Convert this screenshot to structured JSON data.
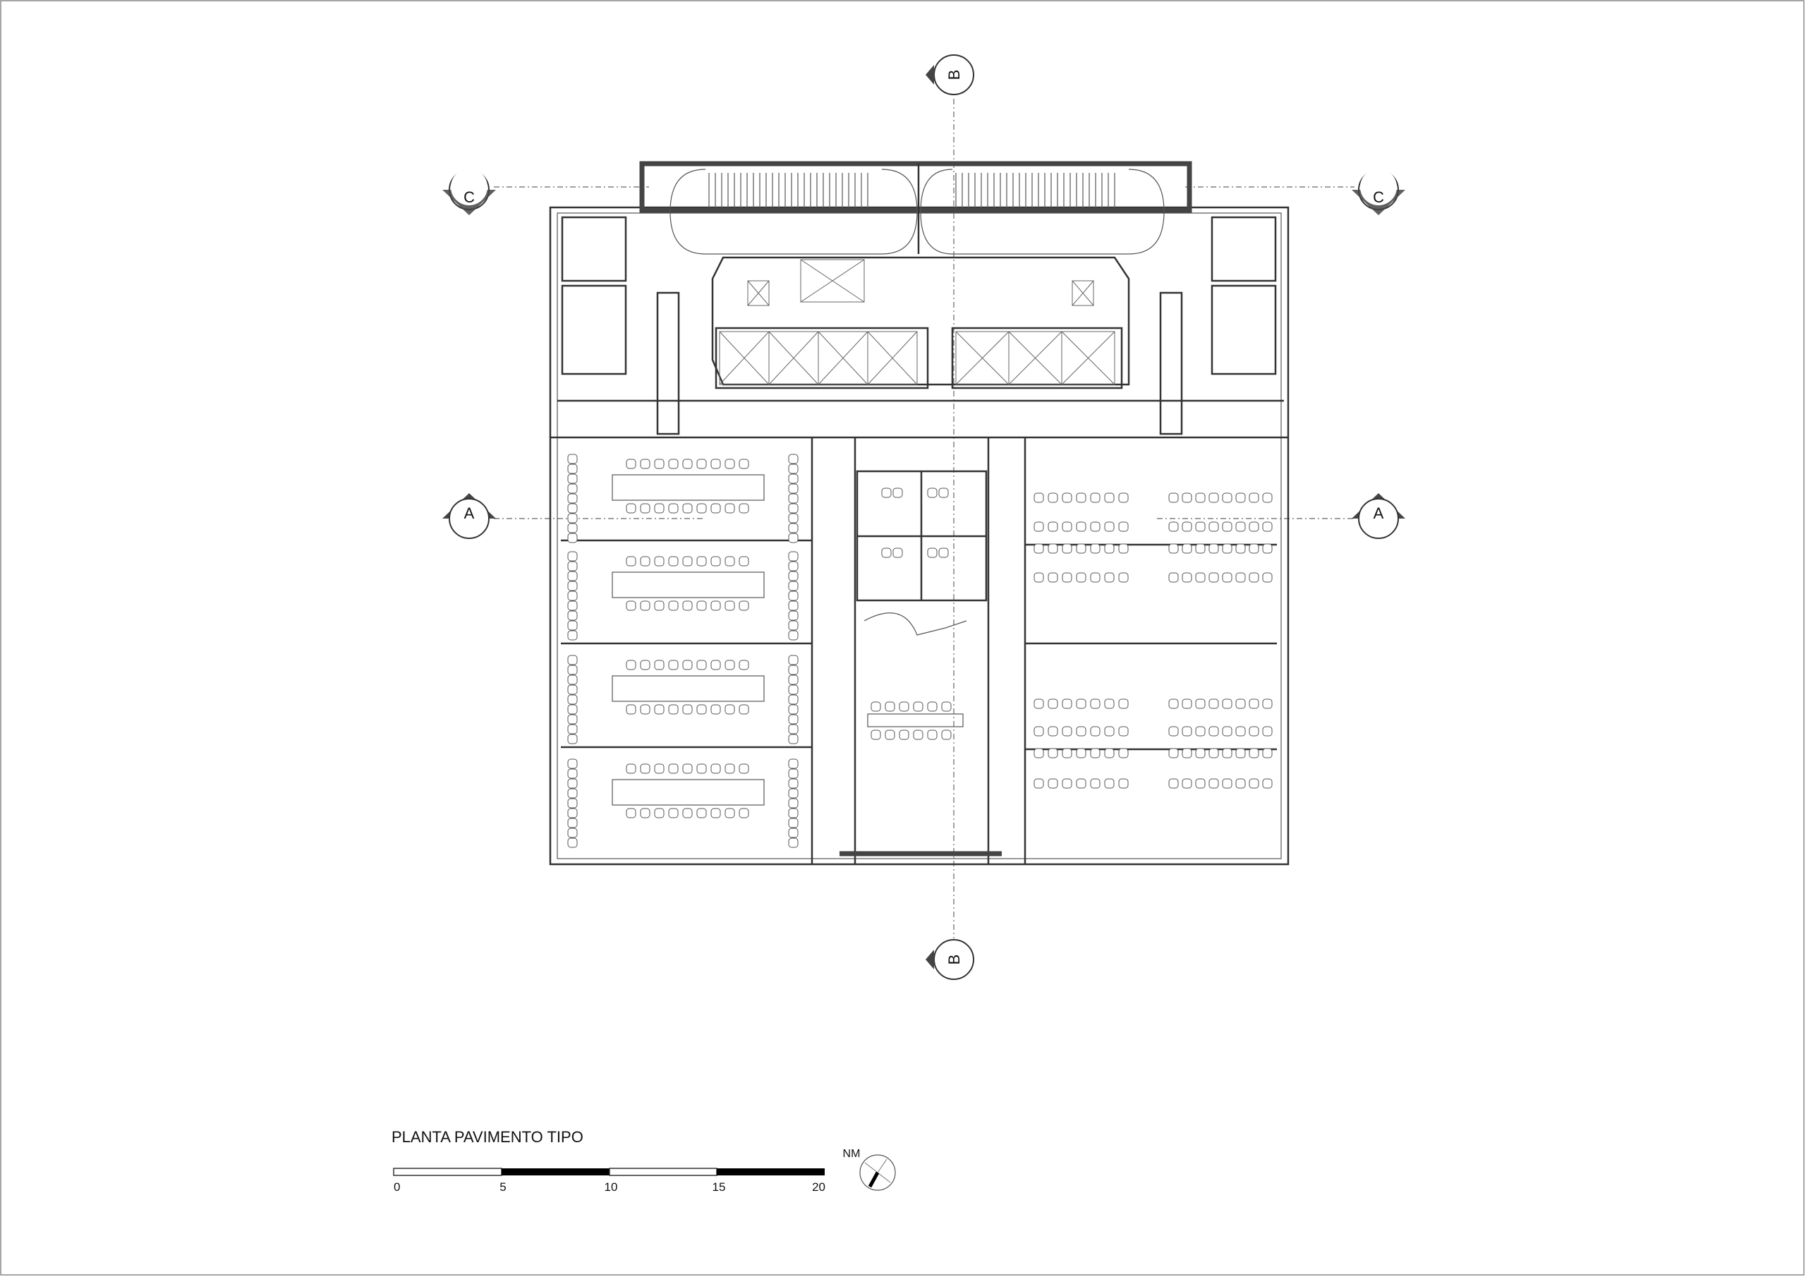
{
  "drawing": {
    "title": "PLANTA PAVIMENTO TIPO",
    "north_label": "NM"
  },
  "section_markers": {
    "a": "A",
    "b": "B",
    "c": "C"
  },
  "scale_bar": {
    "unit_labels": [
      "0",
      "5",
      "10",
      "15",
      "20"
    ]
  },
  "colors": {
    "line": "#333333",
    "fill_black": "#000000",
    "background": "#ffffff"
  }
}
